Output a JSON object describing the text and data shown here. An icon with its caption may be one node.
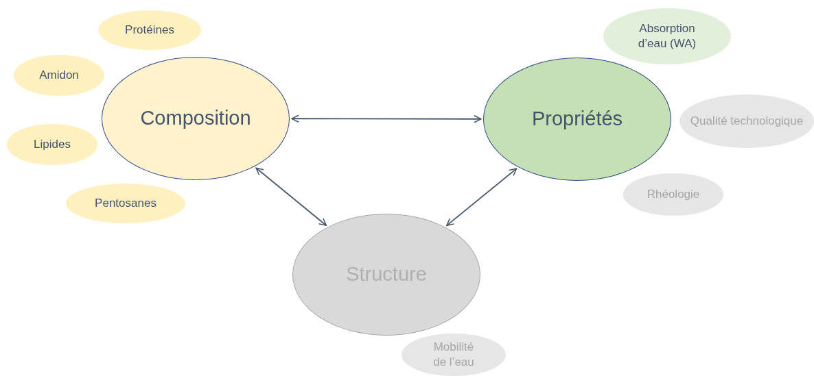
{
  "diagram": {
    "nodes": [
      {
        "text": [
          "Protéines"
        ]
      },
      {
        "text": [
          "Amidon"
        ]
      },
      {
        "text": [
          "Composition"
        ]
      },
      {
        "text": [
          "Lipides"
        ]
      },
      {
        "text": [
          "Pentosanes"
        ]
      },
      {
        "text": [
          "Absorption d’eau (WA)"
        ]
      },
      {
        "text": [
          "Propriétés"
        ]
      },
      {
        "text": [
          "Qualité technologique"
        ]
      },
      {
        "text": [
          "Rhéologie"
        ]
      },
      {
        "text": [
          "Structure"
        ]
      },
      {
        "text": [
          "Mobilité de l’eau"
        ]
      }
    ],
    "edges": [
      {
        "from": 2,
        "to": 6,
        "arrow": "both"
      },
      {
        "from": 2,
        "to": 9,
        "arrow": "both"
      },
      {
        "from": 6,
        "to": 9,
        "arrow": "both"
      }
    ]
  }
}
